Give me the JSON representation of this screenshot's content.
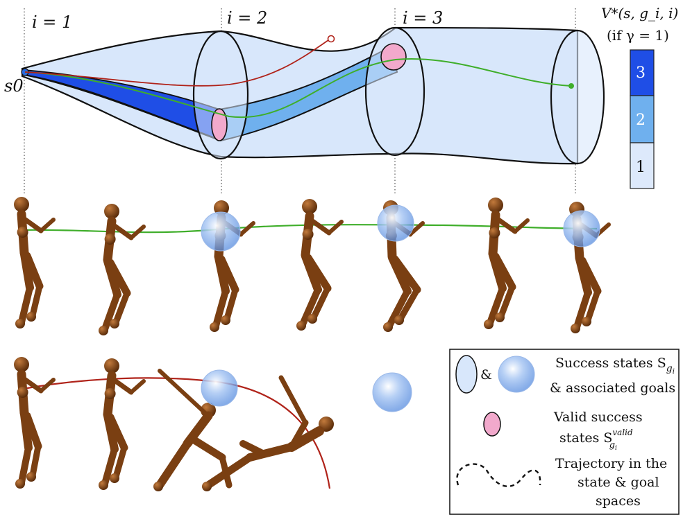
{
  "steps": [
    {
      "label": "i = 1"
    },
    {
      "label": "i = 2"
    },
    {
      "label": "i = 3"
    }
  ],
  "start_state": {
    "label": "s0"
  },
  "value_bar": {
    "title_line1": "V*(s, g_i, i)",
    "title_line2": "(if γ = 1)",
    "levels": [
      {
        "value": 3,
        "label": "3",
        "color": "#1f4ee6"
      },
      {
        "value": 2,
        "label": "2",
        "color": "#6fb0ee"
      },
      {
        "value": 1,
        "label": "1",
        "color": "#dde9fb"
      }
    ]
  },
  "colors": {
    "tube_light": "#d8e7fb",
    "tube_mid": "#6fb0ee",
    "tube_dark": "#1f4ee6",
    "valid_region": "#f2a9cc",
    "traj_green": "#3fae2a",
    "traj_red": "#b0231a",
    "agent_body": "#7a3f12",
    "goal_sphere": "#8fb6ef"
  },
  "legend": {
    "success_states_line1": "Success states S",
    "success_states_sub": "g",
    "success_states_subsub": "i",
    "success_states_line2": "& associated goals",
    "and_symbol": "&",
    "valid_line1": "Valid success",
    "valid_line2": "states S",
    "valid_sup": "valid",
    "valid_sub": "g",
    "valid_subsub": "i",
    "trajectory_line1": "Trajectory in the",
    "trajectory_line2": "state & goal",
    "trajectory_line3": "spaces"
  }
}
